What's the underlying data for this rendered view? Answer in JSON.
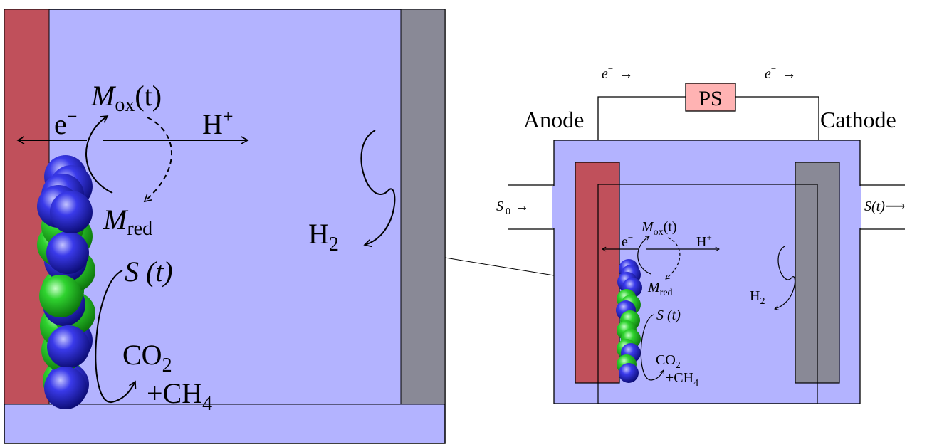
{
  "colors": {
    "electrolyte": "#b3b3ff",
    "anode": "#c0505b",
    "cathode": "#898996",
    "power_supply": "#ffb3b3",
    "bacteria_blue": "#1a1acc",
    "bacteria_green": "#22cc22"
  },
  "text": {
    "m_ox_base": "M",
    "m_ox_sub": "ox",
    "m_ox_arg": "(t)",
    "m_red_base": "M",
    "m_red_sub": "red",
    "electron": "e",
    "electron_sup": "−",
    "proton": "H",
    "proton_sup": "+",
    "substrate_base": "S",
    "substrate_arg": "(t)",
    "co2_base": "CO",
    "co2_sub": "2",
    "ch4_base": "+CH",
    "ch4_sub": "4",
    "h2_base": "H",
    "h2_sub": "2",
    "power_supply": "PS",
    "anode": "Anode",
    "cathode": "Cathode",
    "inflow_base": "S",
    "inflow_sub": "0",
    "inflow_arrow": "→",
    "outflow_base": "S",
    "outflow_arg": "(t)",
    "outflow_arrow": "⟶",
    "electron_flow_base": "e",
    "electron_flow_sup": "−",
    "electron_flow_arrow": "→"
  },
  "icons": {
    "bacteria": "sphere-cluster",
    "arrows": "arrow"
  }
}
